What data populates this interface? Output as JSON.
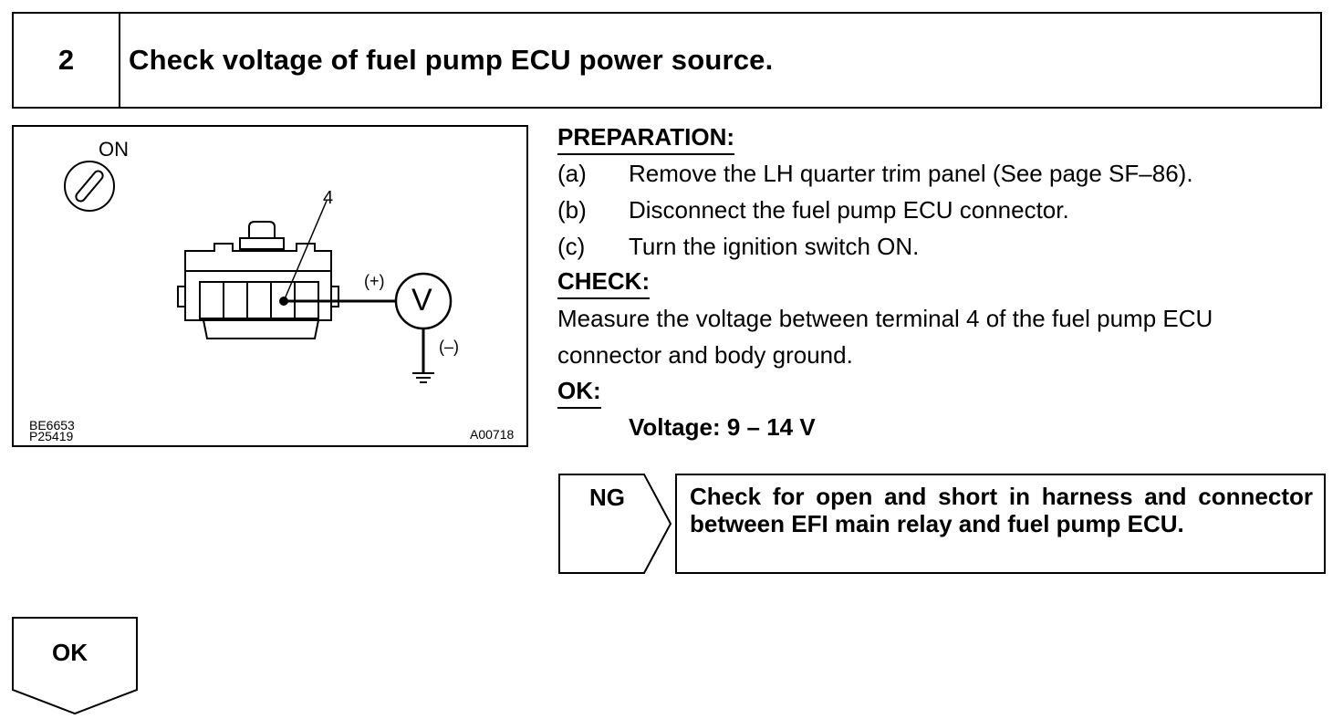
{
  "step": {
    "number": "2",
    "title": "Check voltage of fuel pump ECU power source."
  },
  "figure": {
    "ignition_label": "ON",
    "terminal_label": "4",
    "plus_label": "(+)",
    "minus_label": "(–)",
    "meter_symbol": "V",
    "code_left_1": "BE6653",
    "code_left_2": "P25419",
    "code_right": "A00718"
  },
  "preparation": {
    "heading": "PREPARATION:",
    "steps": [
      {
        "tag": "(a)",
        "text": "Remove the LH quarter trim panel (See page SF–86)."
      },
      {
        "tag": "(b)",
        "text": "Disconnect the fuel pump ECU connector."
      },
      {
        "tag": "(c)",
        "text": "Turn the ignition switch ON."
      }
    ]
  },
  "check": {
    "heading": "CHECK:",
    "line1": "Measure the voltage between terminal 4 of the fuel pump ECU",
    "line2": "connector and body ground."
  },
  "ok_spec": {
    "heading": "OK:",
    "value": "Voltage: 9 – 14 V"
  },
  "ng": {
    "label": "NG",
    "action": "Check for open and short in harness and connector between EFI main relay and fuel pump ECU."
  },
  "ok_flow": {
    "label": "OK"
  }
}
